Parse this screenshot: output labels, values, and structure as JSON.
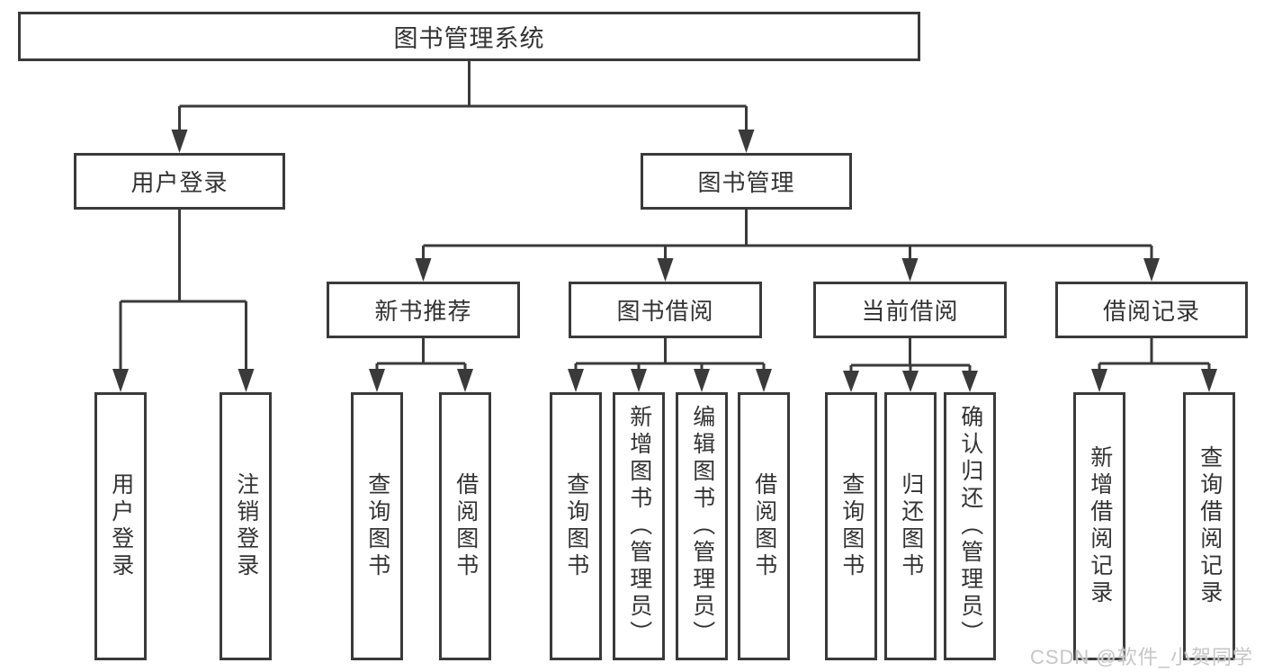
{
  "diagram": {
    "type": "hierarchy-tree",
    "colors": {
      "line": "#3a3a3a",
      "box_border": "#3a3a3a",
      "text": "#333333",
      "background": "#ffffff",
      "watermark": "#c6c6c6"
    },
    "tree": {
      "label": "图书管理系统",
      "children": [
        {
          "label": "用户登录",
          "children": [
            {
              "label": "用户登录"
            },
            {
              "label": "注销登录"
            }
          ]
        },
        {
          "label": "图书管理",
          "children": [
            {
              "label": "新书推荐",
              "children": [
                {
                  "label": "查询图书"
                },
                {
                  "label": "借阅图书"
                }
              ]
            },
            {
              "label": "图书借阅",
              "children": [
                {
                  "label": "查询图书"
                },
                {
                  "label": "新增图书（管理员）"
                },
                {
                  "label": "编辑图书（管理员）"
                },
                {
                  "label": "借阅图书"
                }
              ]
            },
            {
              "label": "当前借阅",
              "children": [
                {
                  "label": "查询图书"
                },
                {
                  "label": "归还图书"
                },
                {
                  "label": "确认归还（管理员）"
                }
              ]
            },
            {
              "label": "借阅记录",
              "children": [
                {
                  "label": "新增借阅记录"
                },
                {
                  "label": "查询借阅记录"
                }
              ]
            }
          ]
        }
      ]
    }
  },
  "watermark": {
    "text": "CSDN @软件_小贺同学"
  }
}
